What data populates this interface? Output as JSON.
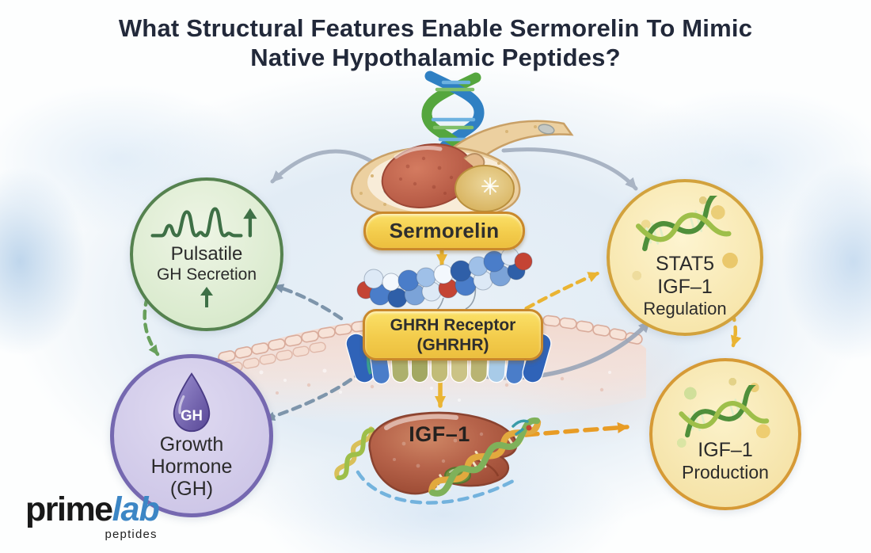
{
  "title": {
    "line1": "What Structural Features Enable Sermorelin To Mimic",
    "line2": "Native Hypothalamic Peptides?"
  },
  "flow": {
    "sermorelin": "Sermorelin",
    "receptor_line1": "GHRH Receptor",
    "receptor_line2": "(GHRHR)",
    "liver_label": "IGF–1"
  },
  "nodes": {
    "pulsatile": {
      "title": "Pulsatile",
      "subtitle": "GH Secretion"
    },
    "gh": {
      "droplet": "GH",
      "line1": "Growth",
      "line2": "Hormone",
      "line3": "(GH)"
    },
    "stat5": {
      "line1": "STAT5",
      "line2": "IGF–1",
      "line3": "Regulation"
    },
    "igf1": {
      "line1": "IGF–1",
      "line2": "Production"
    }
  },
  "logo": {
    "prime": "prime",
    "lab": "lab",
    "tagline": "peptides"
  },
  "colors": {
    "green_node_border": "#55824f",
    "purple_node_border": "#7568b0",
    "gold_node_border": "#d2a23d",
    "orange_node_border": "#d69a36",
    "pill_fill": "#f3cc4c",
    "pill_border": "#c9882b",
    "arrow_gray": "#9aa6b8",
    "arrow_bluegray": "#7e95ab",
    "arrow_green": "#68a05c",
    "arrow_yellow": "#eab433",
    "arrow_orange": "#e89c25",
    "arrow_blue": "#5fa8d8",
    "logo_blue": "#3c86c5",
    "title_color": "#22293a"
  }
}
